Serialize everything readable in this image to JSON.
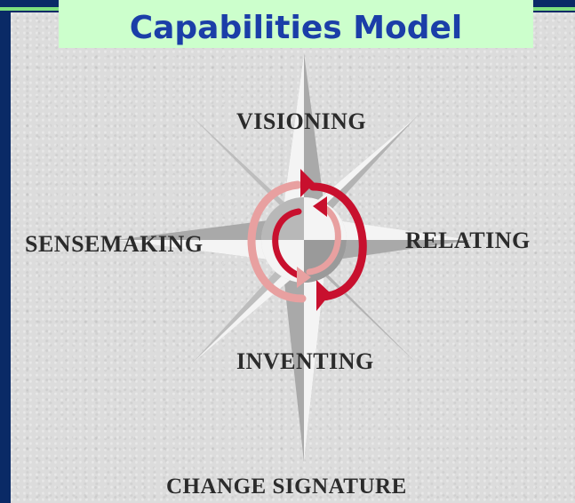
{
  "slide": {
    "title": "Capabilities Model"
  },
  "diagram": {
    "labels": {
      "north": "VISIONING",
      "east": "RELATING",
      "south": "INVENTING",
      "west": "SENSEMAKING"
    },
    "caption": "CHANGE SIGNATURE",
    "colors": {
      "background": "#0a2a66",
      "panel": "#dcdcdc",
      "title_bg": "#ccffcc",
      "title_text": "#1b3ea8",
      "star_fill": "#a9a9a9",
      "star_light": "#f4f4f4",
      "arrow_red": "#c8102e",
      "label_text": "#2b2b2b"
    }
  }
}
